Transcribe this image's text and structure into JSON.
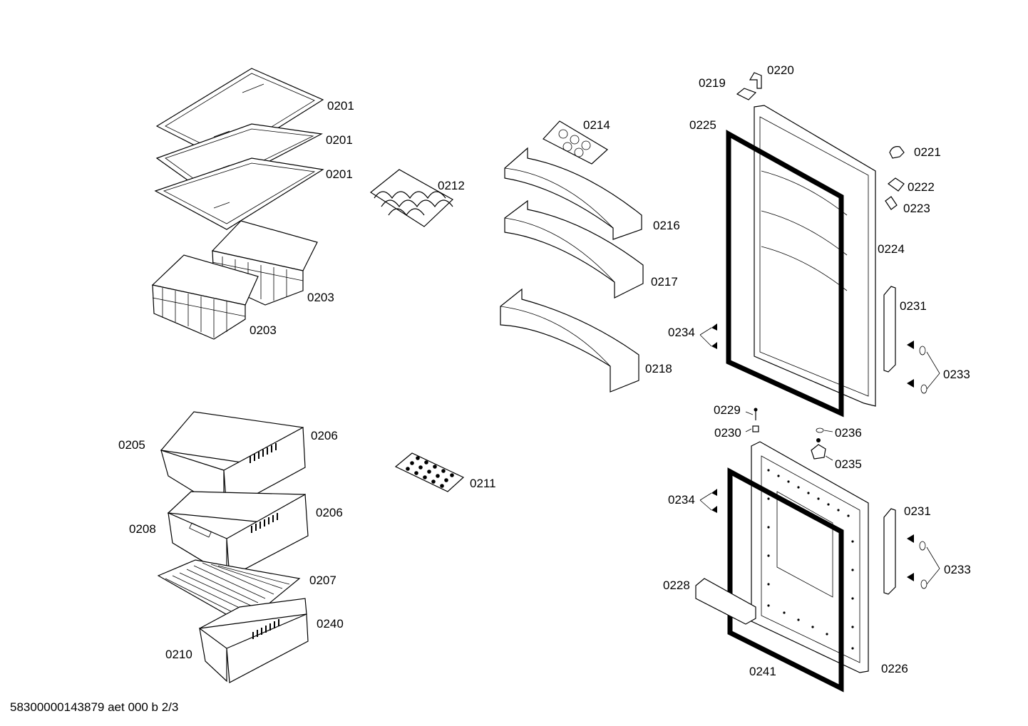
{
  "footer_code": "58300000143879 aet 000 b 2/3",
  "callouts": {
    "c0201a": "0201",
    "c0201b": "0201",
    "c0201c": "0201",
    "c0203a": "0203",
    "c0203b": "0203",
    "c0212": "0212",
    "c0214": "0214",
    "c0216": "0216",
    "c0217": "0217",
    "c0218": "0218",
    "c0205": "0205",
    "c0206a": "0206",
    "c0206b": "0206",
    "c0208": "0208",
    "c0207": "0207",
    "c0240": "0240",
    "c0210": "0210",
    "c0211": "0211",
    "c0220": "0220",
    "c0219": "0219",
    "c0225": "0225",
    "c0221": "0221",
    "c0222": "0222",
    "c0223": "0223",
    "c0224": "0224",
    "c0231a": "0231",
    "c0234a": "0234",
    "c0233a": "0233",
    "c0229": "0229",
    "c0230": "0230",
    "c0236": "0236",
    "c0235": "0235",
    "c0234b": "0234",
    "c0231b": "0231",
    "c0233b": "0233",
    "c0228": "0228",
    "c0241": "0241",
    "c0226": "0226"
  }
}
